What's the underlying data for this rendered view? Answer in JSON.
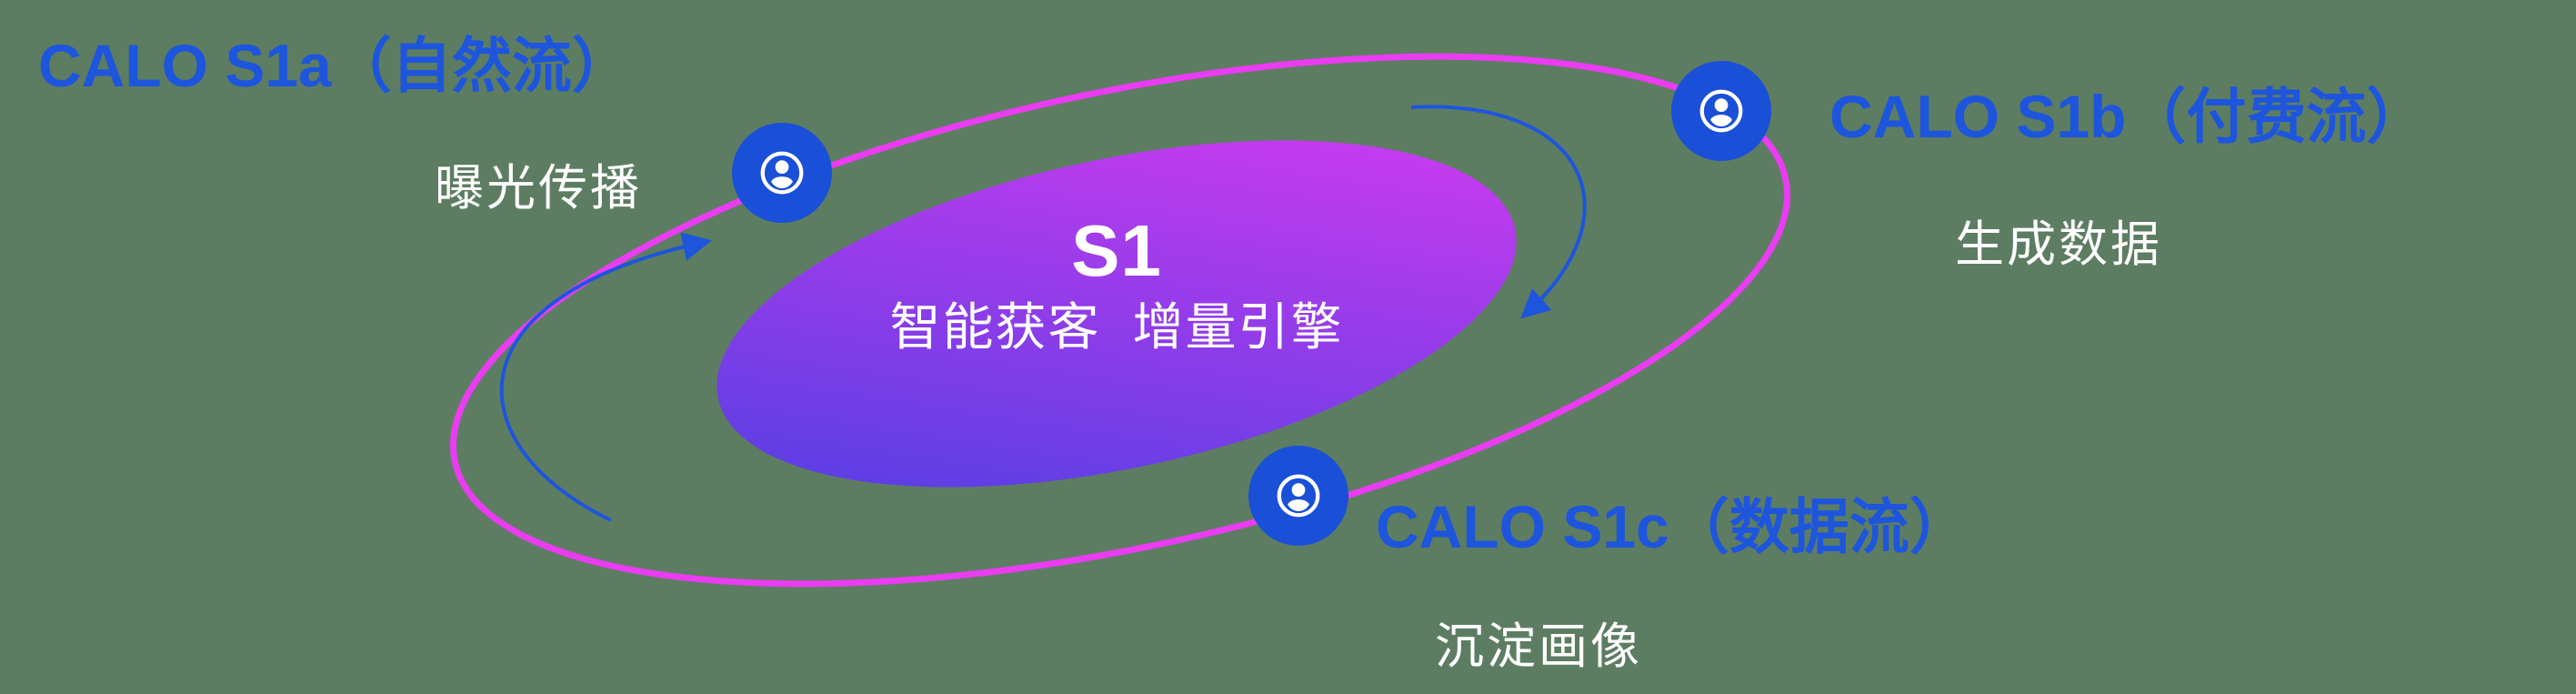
{
  "palette": {
    "background": "#5d7d62",
    "label_blue": "#1d55dd",
    "orbit_pink": "#ea3cf2",
    "node_blue": "#1a4fd8",
    "center_gradient_start": "#4a3fe2",
    "center_gradient_end": "#d93af0"
  },
  "center": {
    "title": "S1",
    "subtitle": "智能获客  增量引擎"
  },
  "nodes": [
    {
      "id": "calo-s1a",
      "label": "CALO S1a（自然流）",
      "caption": "曝光传播"
    },
    {
      "id": "calo-s1b",
      "label": "CALO S1b（付费流）",
      "caption": "生成数据"
    },
    {
      "id": "calo-s1c",
      "label": "CALO S1c（数据流）",
      "caption": "沉淀画像"
    }
  ]
}
